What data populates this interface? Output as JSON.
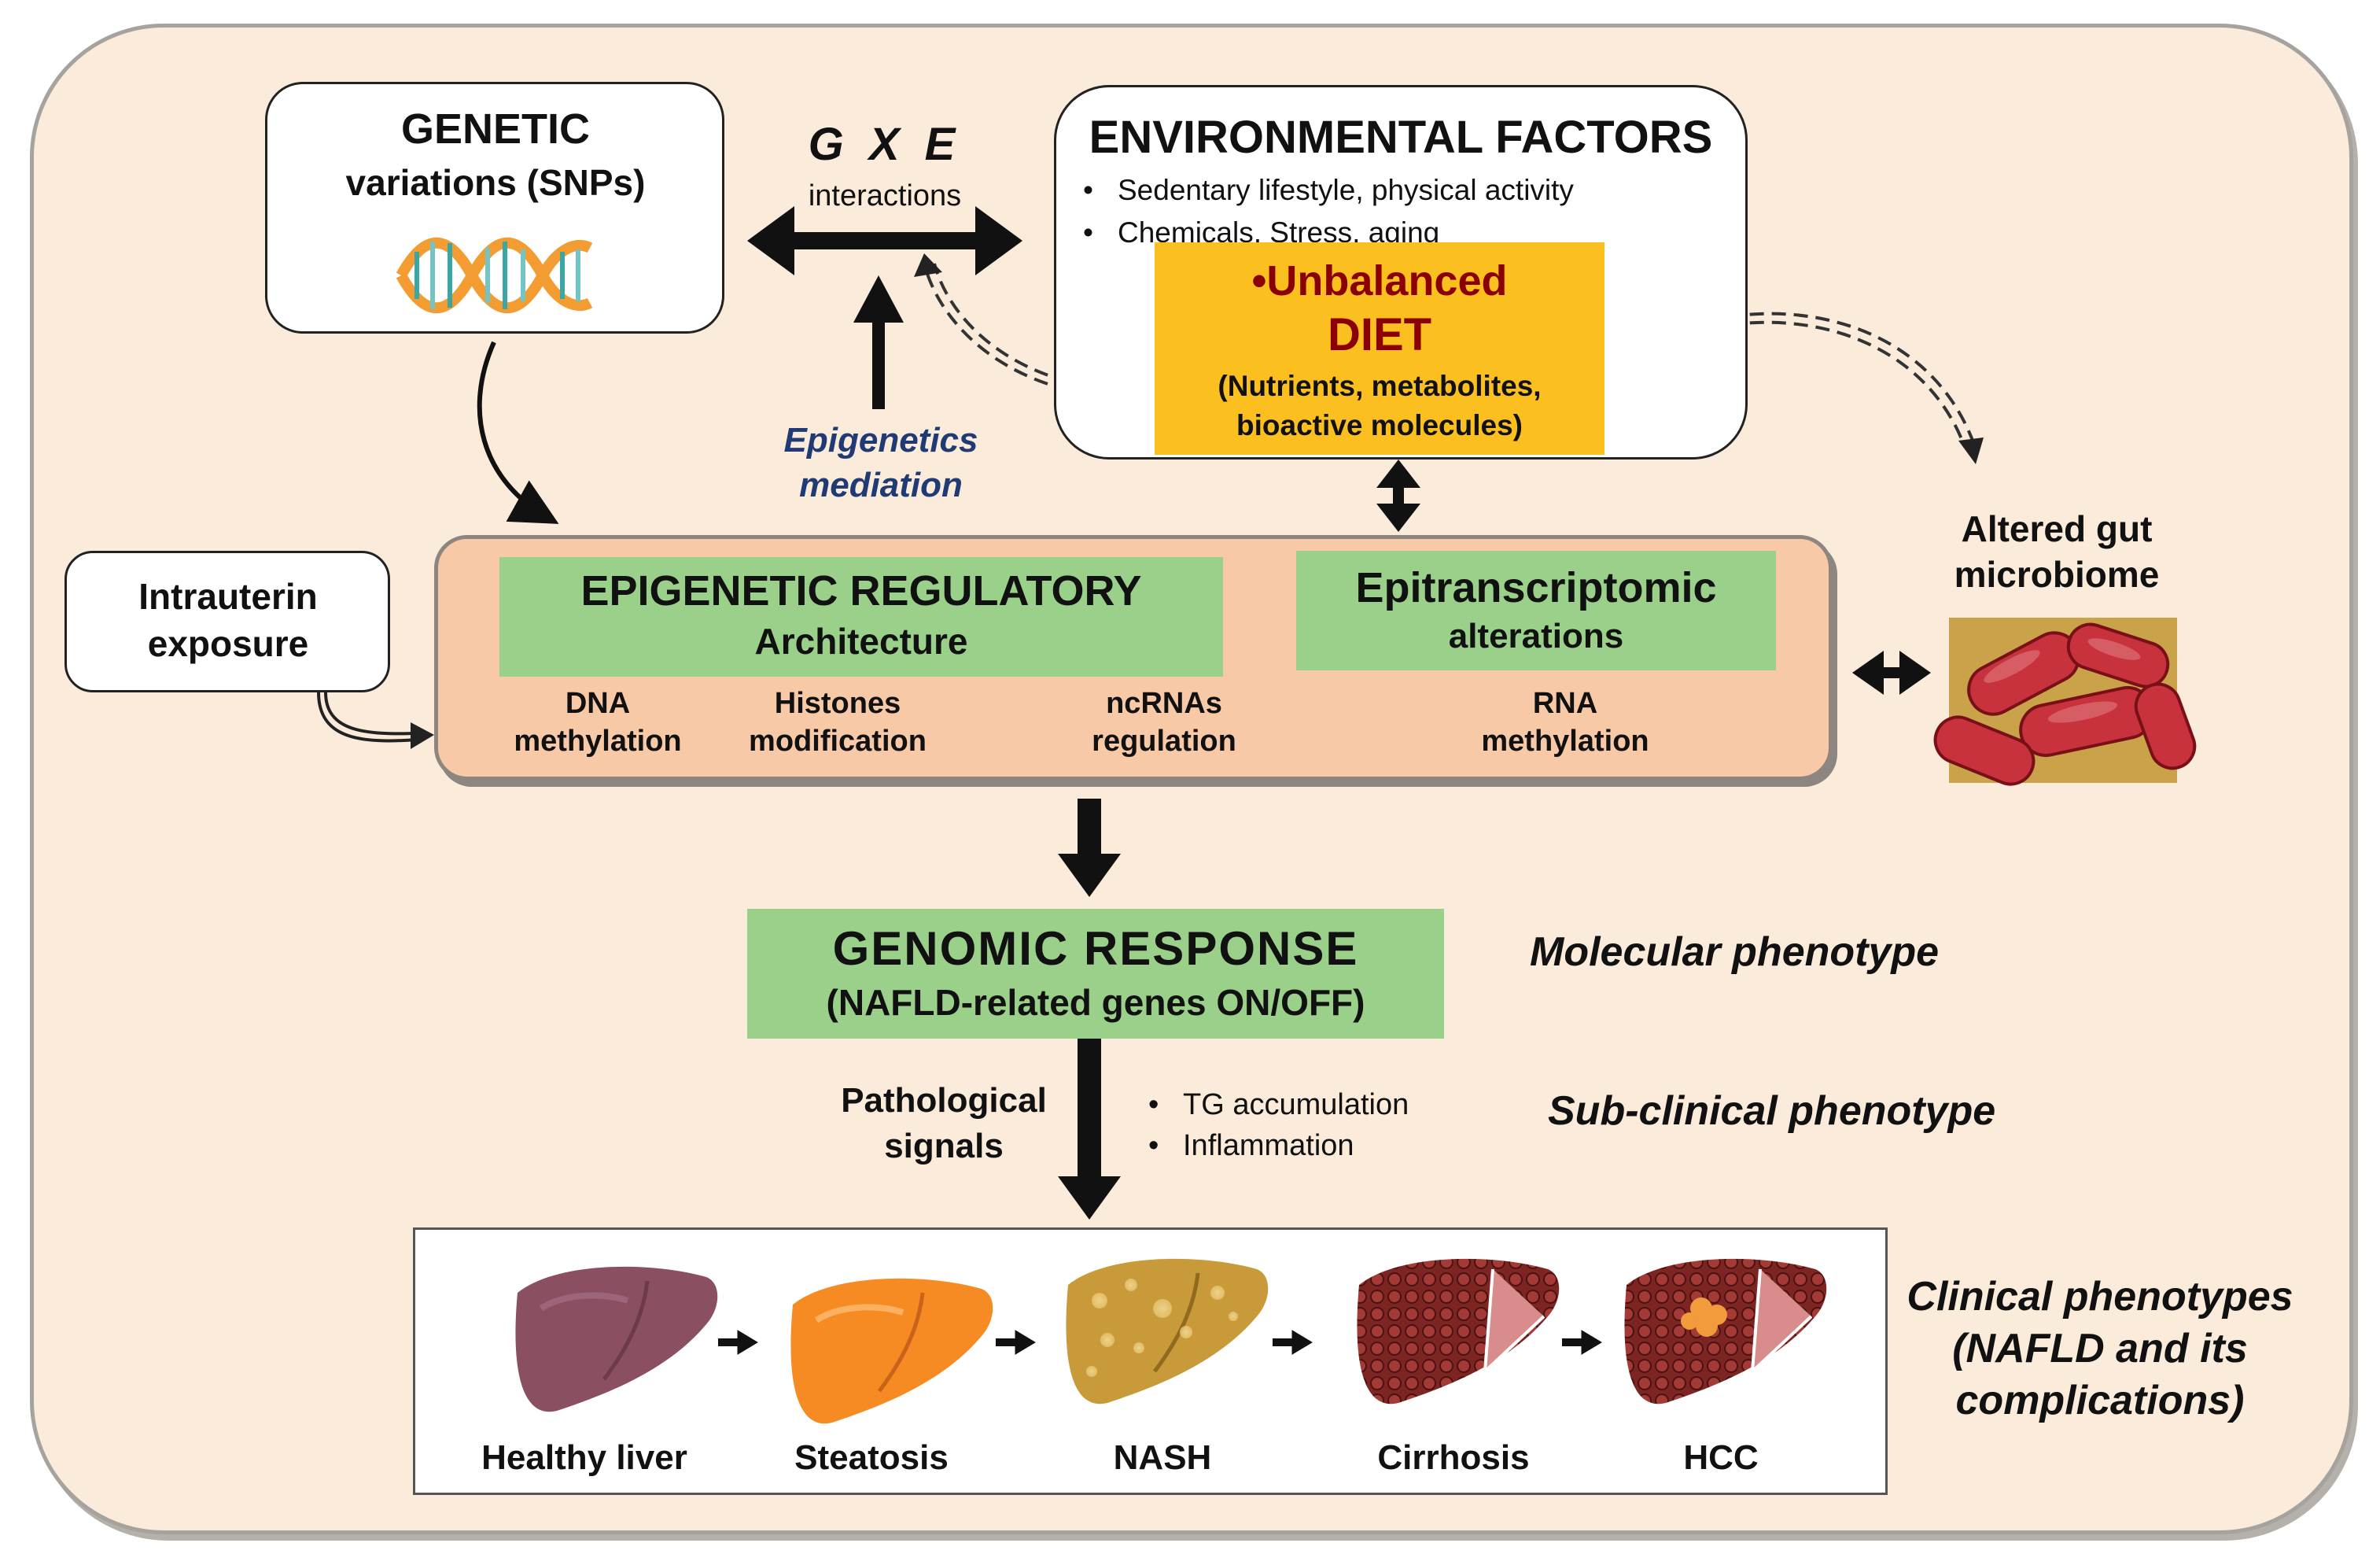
{
  "genetic": {
    "title": "GENETIC",
    "subtitle": "variations (SNPs)"
  },
  "gxe": {
    "title": "G X E",
    "subtitle": "interactions"
  },
  "environment": {
    "title": "ENVIRONMENTAL FACTORS",
    "bullets": [
      "Sedentary lifestyle, physical activity",
      "Chemicals, Stress, aging"
    ],
    "diet": {
      "bullet": "•",
      "title_line1": "Unbalanced",
      "title_line2": "DIET",
      "detail_line1": "(Nutrients, metabolites,",
      "detail_line2": "bioactive molecules)"
    }
  },
  "epigenetics_mediation": {
    "line1": "Epigenetics",
    "line2": "mediation"
  },
  "intrauterin": {
    "line1": "Intrauterin",
    "line2": "exposure"
  },
  "epigenetic_regulatory": {
    "title": "EPIGENETIC REGULATORY",
    "subtitle": "Architecture",
    "items": [
      {
        "line1": "DNA",
        "line2": "methylation"
      },
      {
        "line1": "Histones",
        "line2": "modification"
      },
      {
        "line1": "ncRNAs",
        "line2": "regulation"
      }
    ]
  },
  "epitranscriptomic": {
    "title": "Epitranscriptomic",
    "subtitle": "alterations",
    "item": {
      "line1": "RNA",
      "line2": "methylation"
    }
  },
  "gut": {
    "line1": "Altered gut",
    "line2": "microbiome"
  },
  "genomic_response": {
    "title": "GENOMIC RESPONSE",
    "subtitle": "(NAFLD-related genes ON/OFF)"
  },
  "phenotypes": {
    "molecular": "Molecular phenotype",
    "subclinical": "Sub-clinical phenotype",
    "clinical_line1": "Clinical phenotypes",
    "clinical_line2": "(NAFLD and its",
    "clinical_line3": "complications)"
  },
  "pathological": {
    "line1": "Pathological",
    "line2": "signals",
    "bullets": [
      "TG accumulation",
      "Inflammation"
    ]
  },
  "stages": [
    {
      "label": "Healthy liver",
      "color": "#8a5061"
    },
    {
      "label": "Steatosis",
      "color": "#f58b22"
    },
    {
      "label": "NASH",
      "color": "#c89a3a"
    },
    {
      "label": "Cirrhosis",
      "color": "#8b2a28"
    },
    {
      "label": "HCC",
      "color": "#8b2a28"
    }
  ],
  "colors": {
    "panel": "#fbebda",
    "green": "#9bd08a",
    "diet": "#fbbf1f",
    "diet_text": "#8b0000",
    "epi_frame": "#f8c9a7",
    "mediation_text": "#1f3a75"
  }
}
